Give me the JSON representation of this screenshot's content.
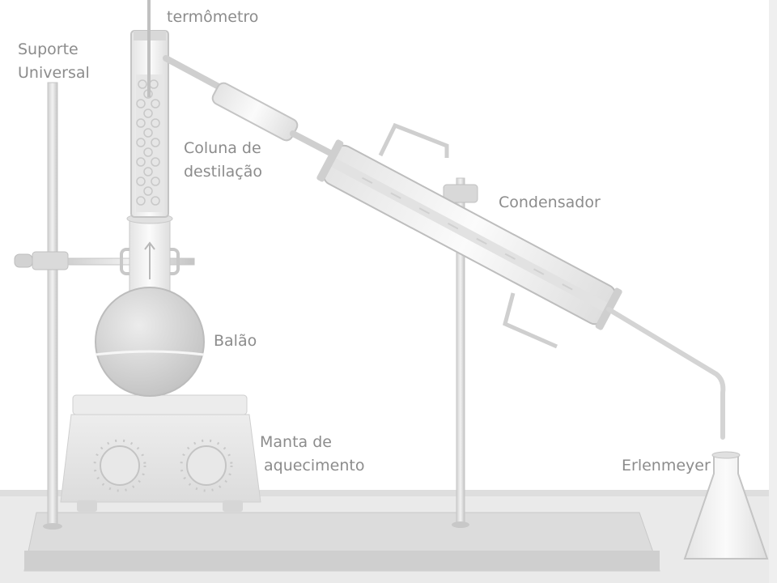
{
  "labels": {
    "thermometer": "termômetro",
    "stand": [
      "Suporte",
      "Universal"
    ],
    "column": [
      "Coluna de",
      "destilação"
    ],
    "condenser": "Condensador",
    "flask": "Balão",
    "mantle": [
      "Manta de",
      "aquecimento"
    ],
    "erlenmeyer": "Erlenmeyer"
  }
}
